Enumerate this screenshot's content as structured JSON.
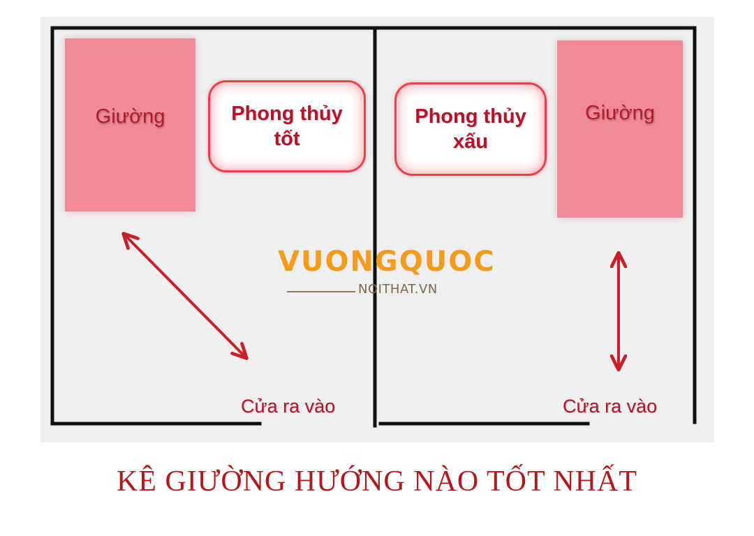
{
  "left_room": {
    "bed_label": "Giường",
    "note": "Phong thủy tốt",
    "door_label": "Cửa ra vào"
  },
  "right_room": {
    "bed_label": "Giường",
    "note": "Phong thủy xấu",
    "door_label": "Cửa ra vào"
  },
  "watermark": {
    "main": "VUONGQUOC",
    "sub": "NOITHAT.VN"
  },
  "caption": "KÊ GIƯỜNG HƯỚNG NÀO TỐT NHẤT",
  "colors": {
    "bed_fill": "#f08a96",
    "accent_red": "#e9404d",
    "arrow_red": "#c8202a",
    "wall": "#111111",
    "logo_orange": "#f39b1c"
  },
  "icons": {
    "good_arrow": "diagonal-double-arrow",
    "bad_arrow": "vertical-double-arrow"
  }
}
